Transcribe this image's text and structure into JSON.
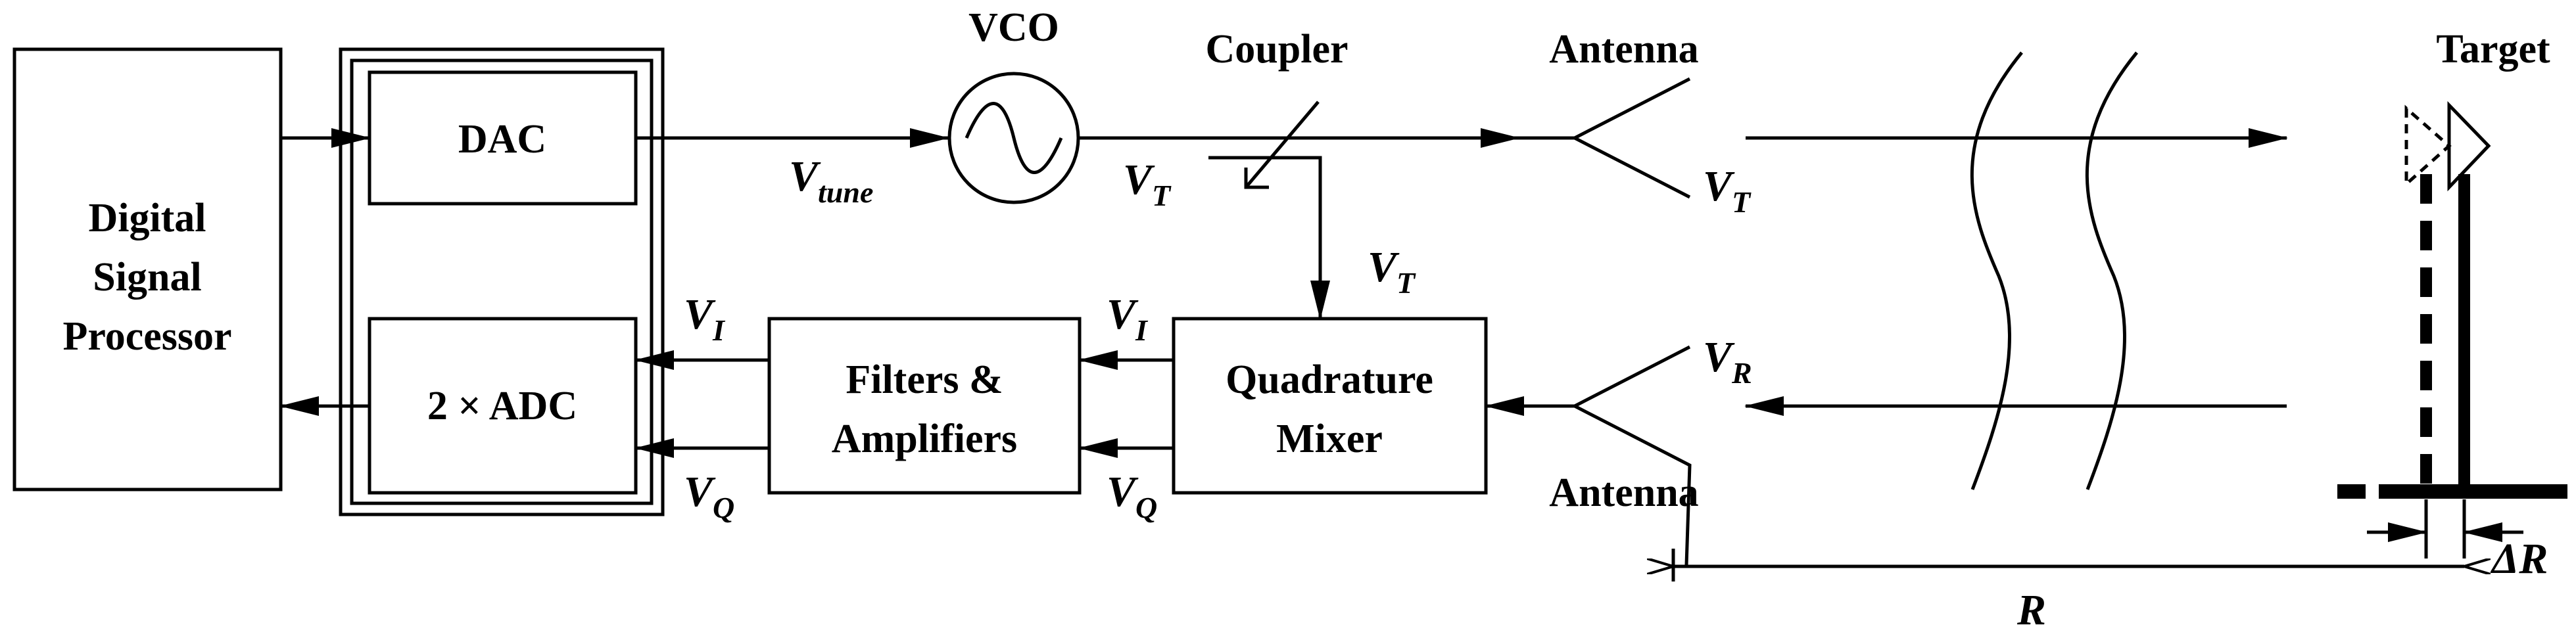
{
  "blocks": {
    "dsp": [
      "Digital",
      "Signal",
      "Processor"
    ],
    "dac": "DAC",
    "adc": "2 × ADC",
    "filters": [
      "Filters &",
      "Amplifiers"
    ],
    "mixer": [
      "Quadrature",
      "Mixer"
    ]
  },
  "labels": {
    "vco": "VCO",
    "coupler": "Coupler",
    "antenna_tx": "Antenna",
    "antenna_rx": "Antenna",
    "target": "Target"
  },
  "signals": {
    "vtune": {
      "main": "V",
      "sub": "tune"
    },
    "vt_vco": {
      "main": "V",
      "sub": "T"
    },
    "vt_coupler": {
      "main": "V",
      "sub": "T"
    },
    "vt_antenna": {
      "main": "V",
      "sub": "T"
    },
    "vr": {
      "main": "V",
      "sub": "R"
    },
    "vi_adc": {
      "main": "V",
      "sub": "I"
    },
    "vq_adc": {
      "main": "V",
      "sub": "Q"
    },
    "vi_mixer": {
      "main": "V",
      "sub": "I"
    },
    "vq_mixer": {
      "main": "V",
      "sub": "Q"
    }
  },
  "dimensions": {
    "range": "R",
    "delta_range": "ΔR"
  }
}
